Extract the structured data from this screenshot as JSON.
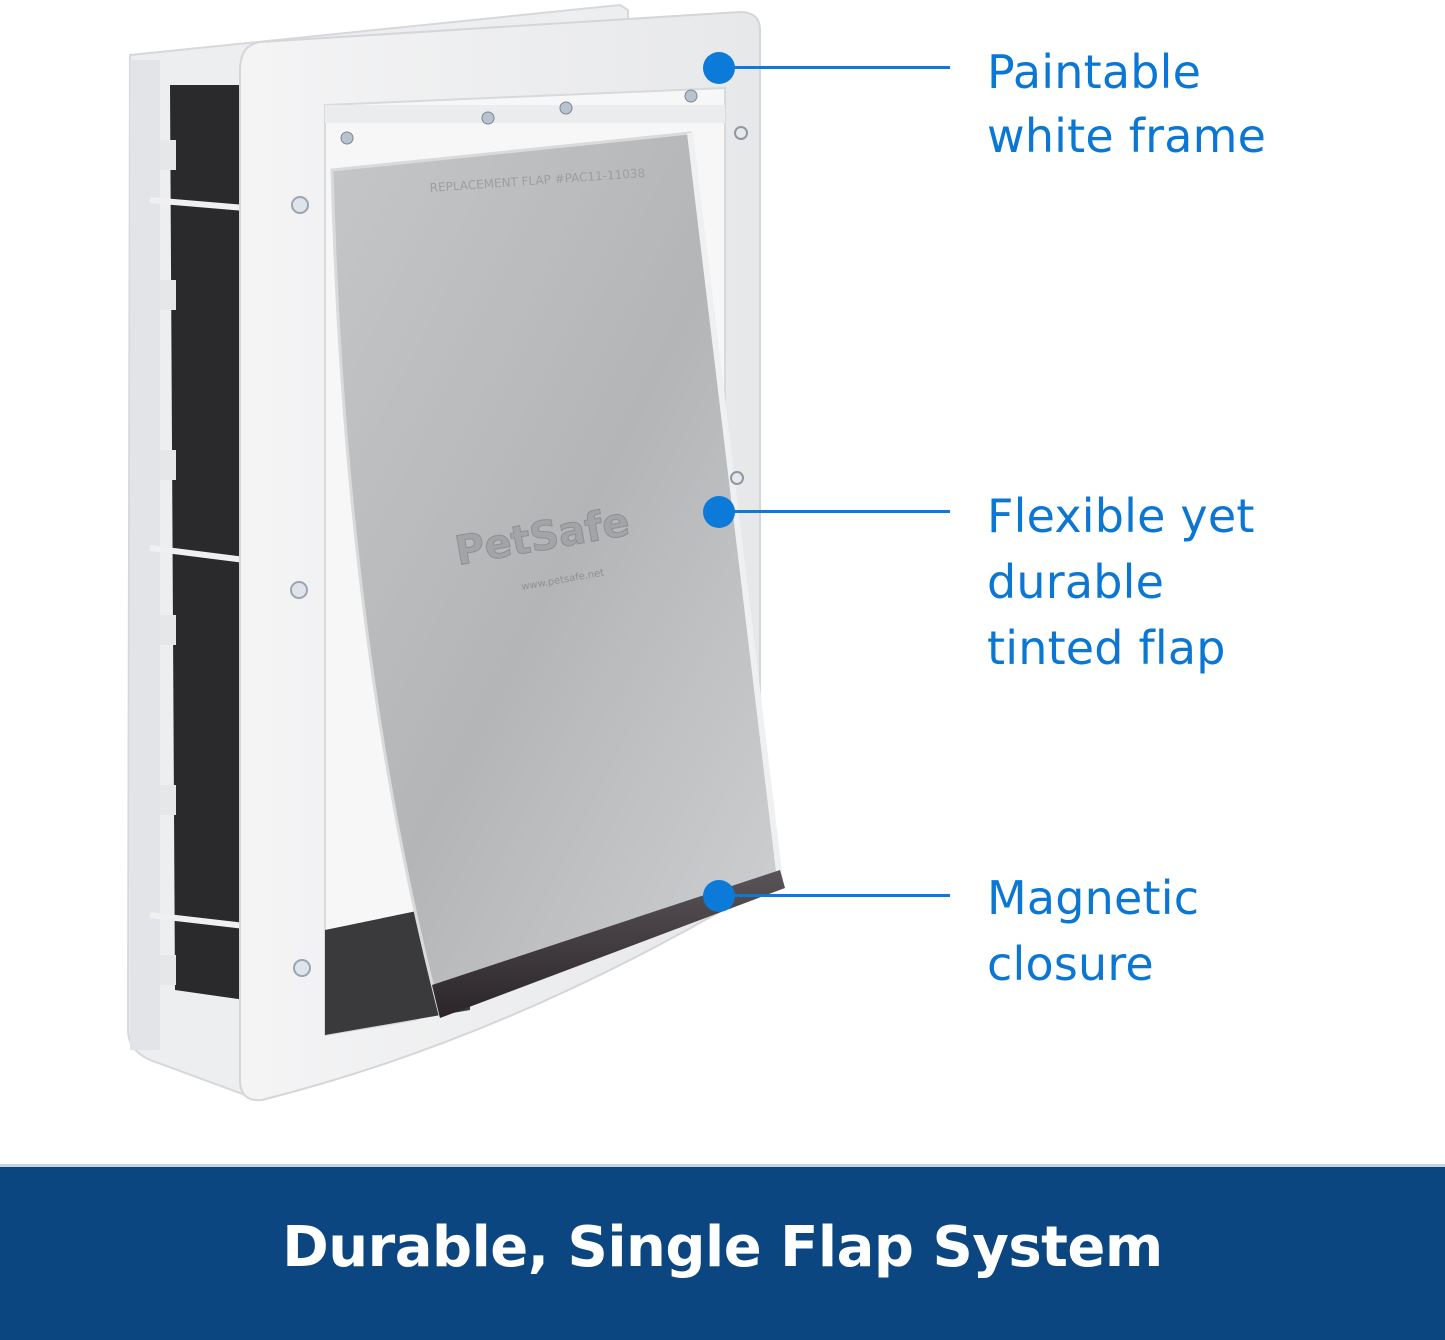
{
  "callouts": [
    {
      "id": "frame",
      "lines": [
        "Paintable",
        "white frame"
      ]
    },
    {
      "id": "flap",
      "lines": [
        "Flexible yet",
        "durable",
        "tinted flap"
      ]
    },
    {
      "id": "magnet",
      "lines": [
        "Magnetic",
        "closure"
      ]
    }
  ],
  "product": {
    "brand_mark": "PetSafe",
    "brand_url": "www.petsafe.net",
    "flap_emboss": "REPLACEMENT FLAP #PAC11-11038"
  },
  "banner": {
    "title": "Durable, Single Flap System"
  },
  "colors": {
    "accent_blue": "#0b7ad9",
    "banner_navy": "#0b4680",
    "banner_text": "#ffffff"
  }
}
